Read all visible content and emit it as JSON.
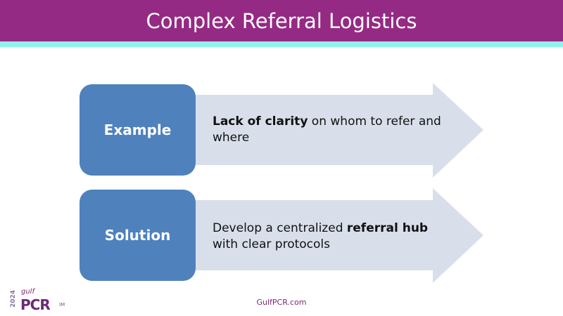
{
  "header": {
    "title": "Complex Referral Logistics"
  },
  "rows": [
    {
      "label": "Example",
      "text_bold": "Lack of clarity",
      "text_rest": " on whom to refer and where"
    },
    {
      "label": "Solution",
      "text_pre": "Develop a centralized ",
      "text_bold": "referral hub",
      "text_post": " with clear protocols"
    }
  ],
  "footer": {
    "url": "GulfPCR.com"
  },
  "logo": {
    "year": "2024",
    "brand": "gulf",
    "name": "PCR",
    "mark": "IM"
  },
  "colors": {
    "header": "#952A84",
    "stripe": "#8EF3E8",
    "box": "#4F81BD",
    "arrow": "#D9DFEA"
  }
}
